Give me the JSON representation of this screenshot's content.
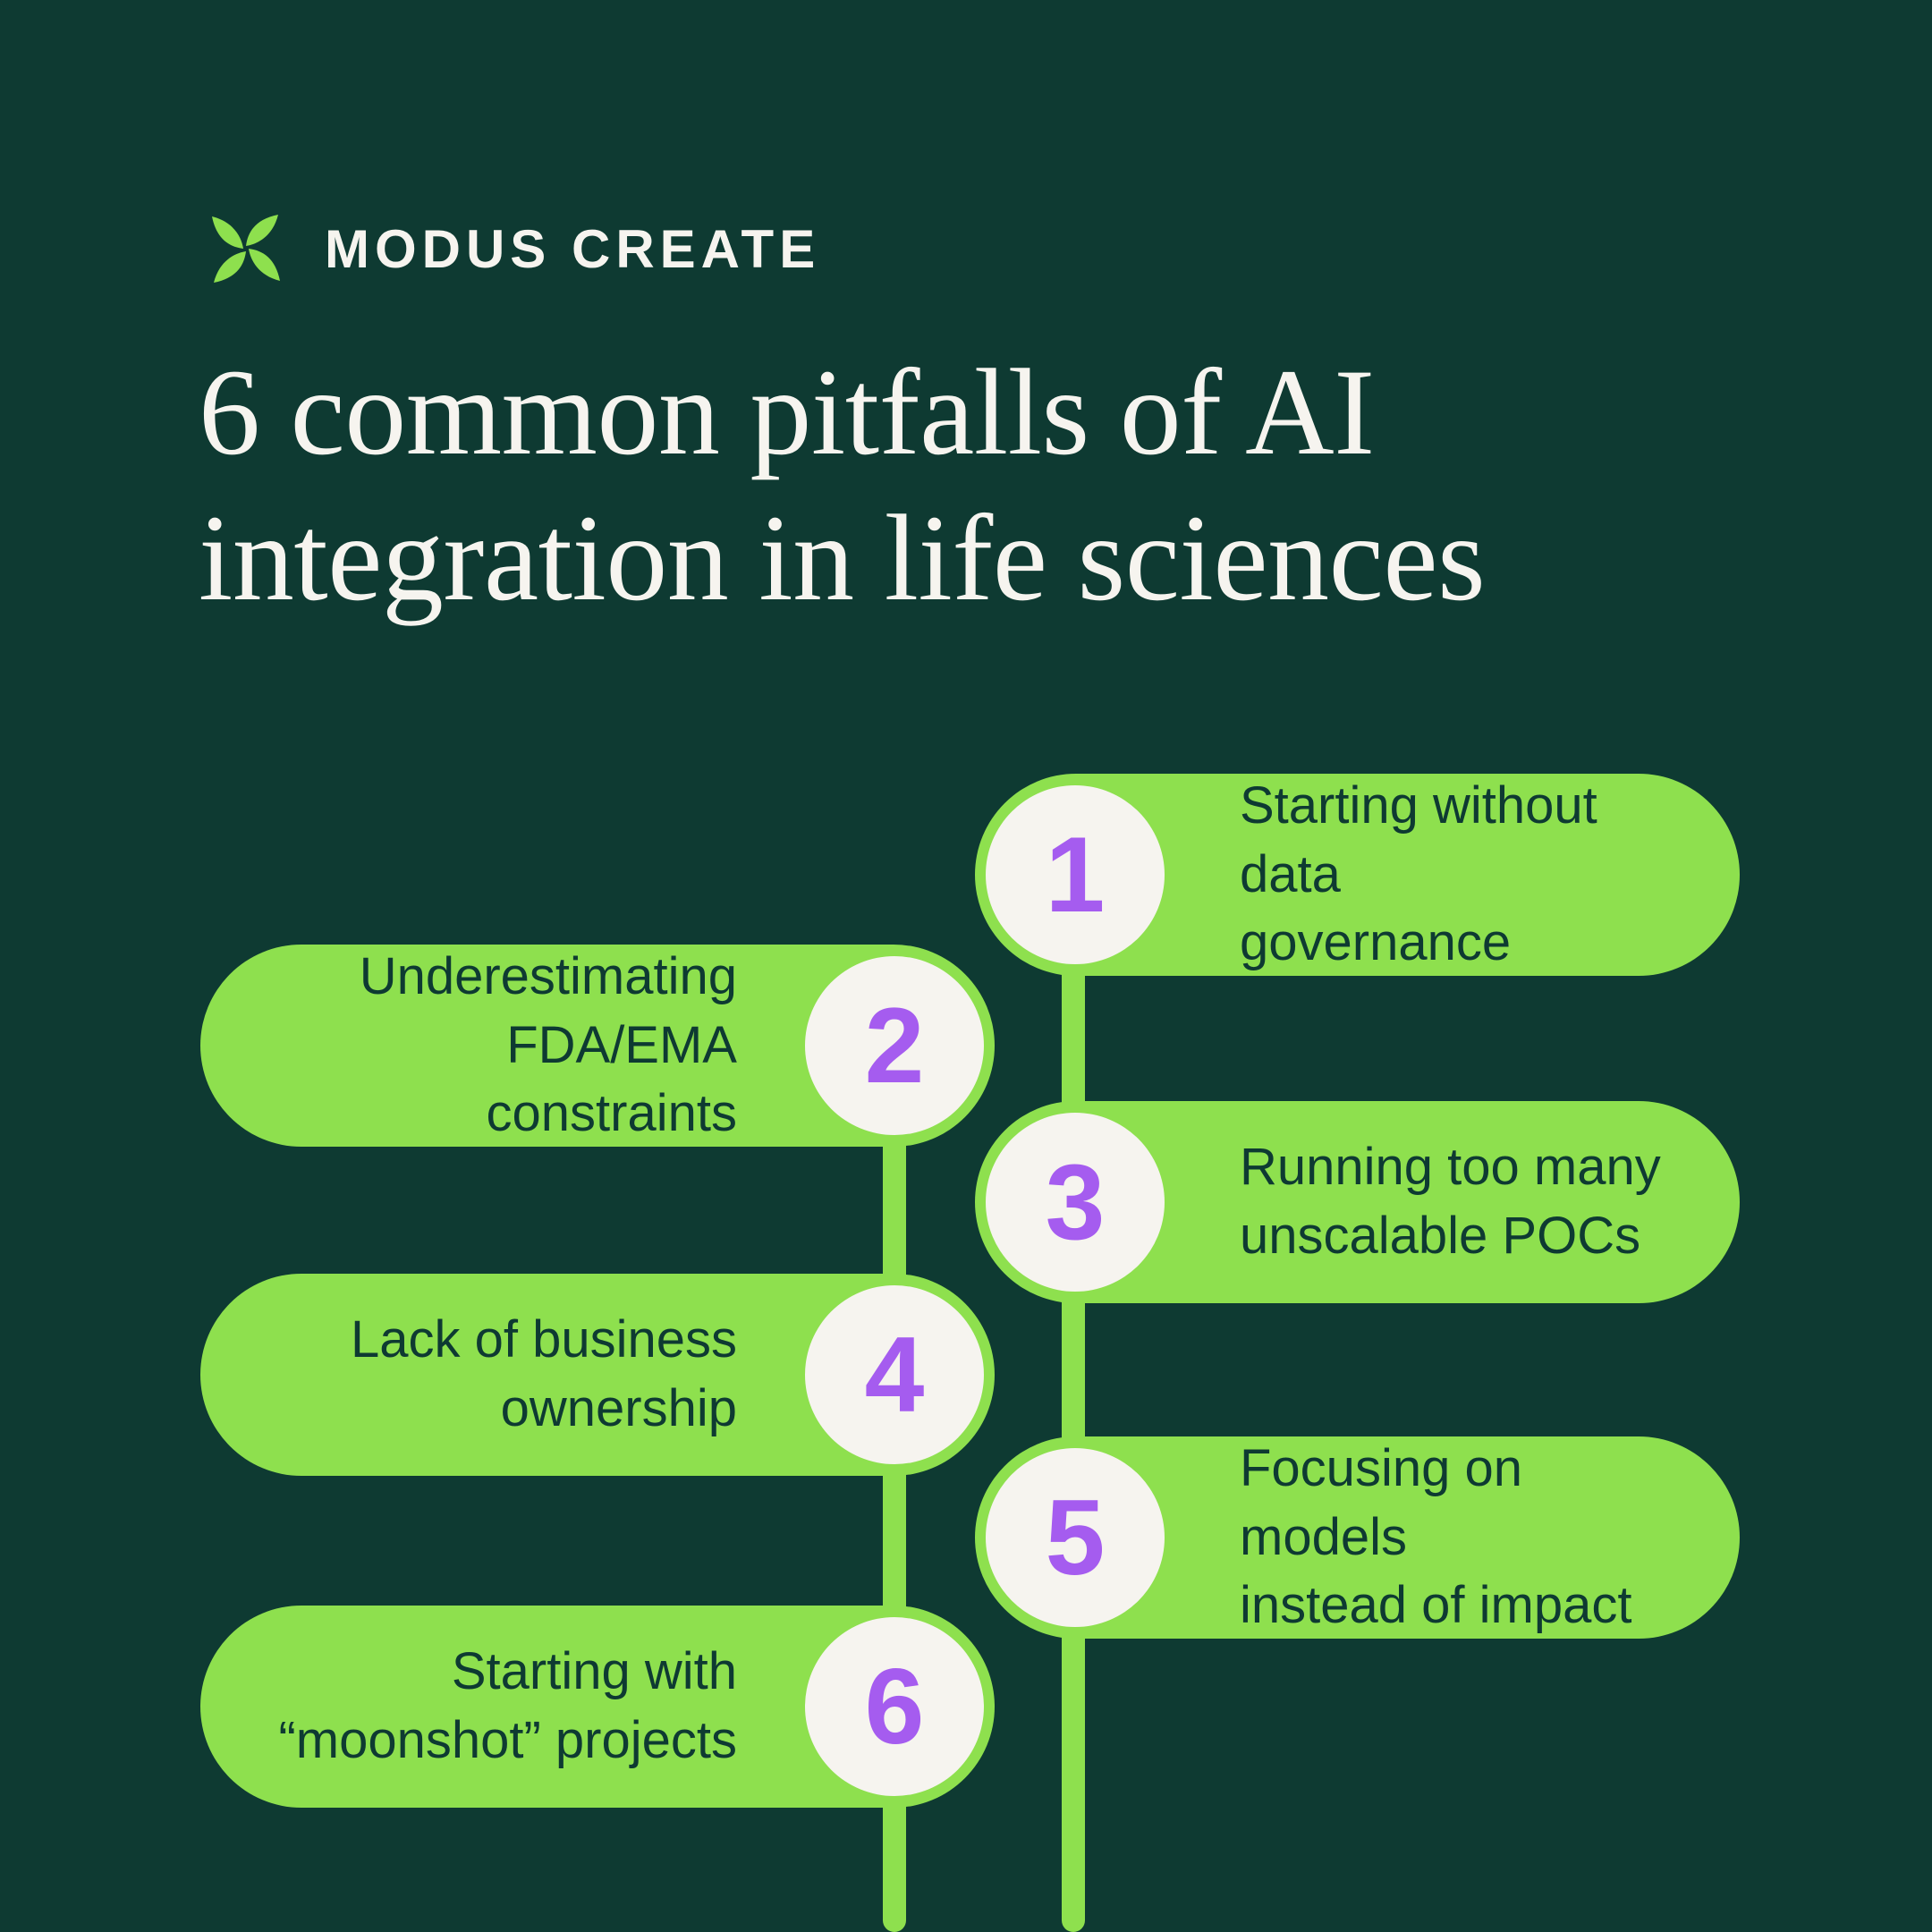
{
  "brand": {
    "name": "MODUS CREATE",
    "logo_icon": "modus-leaf-logo"
  },
  "title": "6 common pitfalls of AI\nintegration in life sciences",
  "colors": {
    "background": "#0E3A32",
    "accent_lime": "#8EE04E",
    "circle_fill": "#F6F4EF",
    "number_purple": "#A55CEF",
    "title_text": "#F6F4EF",
    "pill_text": "#0E3A32"
  },
  "items": [
    {
      "number": "1",
      "side": "right",
      "label": "Starting without data\ngovernance"
    },
    {
      "number": "2",
      "side": "left",
      "label": "Underestimating\nFDA/EMA constraints"
    },
    {
      "number": "3",
      "side": "right",
      "label": "Running too many\nunscalable POCs"
    },
    {
      "number": "4",
      "side": "left",
      "label": "Lack of business\nownership"
    },
    {
      "number": "5",
      "side": "right",
      "label": "Focusing on models\ninstead of impact"
    },
    {
      "number": "6",
      "side": "left",
      "label": "Starting with\n“moonshot” projects"
    }
  ]
}
